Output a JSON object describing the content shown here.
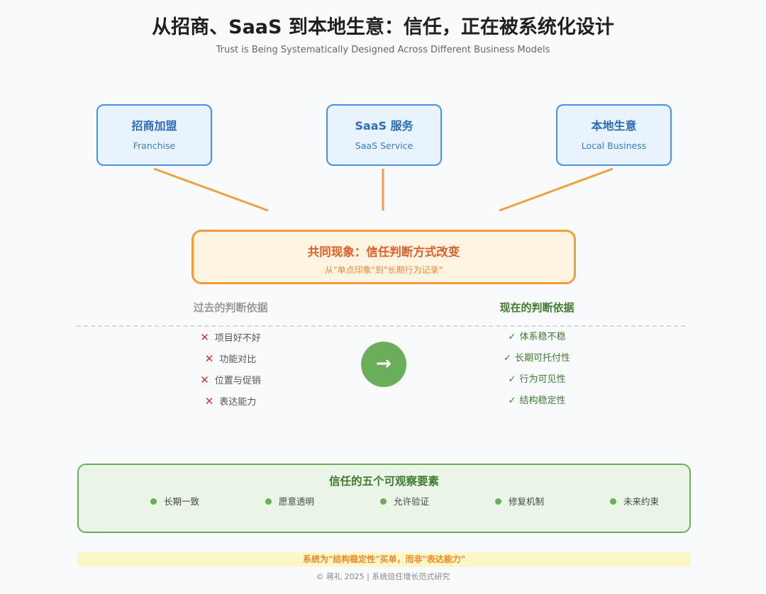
{
  "title": "从招商、SaaS 到本地生意：信任，正在被系统化设计",
  "subtitle": "Trust is Being Systematically Designed Across Different Business Models",
  "sources": [
    {
      "title": "招商加盟",
      "subtitle": "Franchise"
    },
    {
      "title": "SaaS 服务",
      "subtitle": "SaaS Service"
    },
    {
      "title": "本地生意",
      "subtitle": "Local Business"
    }
  ],
  "common": {
    "title": "共同现象：信任判断方式改变",
    "subtitle": "从\"单点印象\"到\"长期行为记录\""
  },
  "past": {
    "heading": "过去的判断依据",
    "mark": "✕",
    "items": [
      "项目好不好",
      "功能对比",
      "位置与促销",
      "表达能力"
    ]
  },
  "present": {
    "heading": "现在的判断依据",
    "mark": "✓",
    "items": [
      "体系稳不稳",
      "长期可托付性",
      "行为可见性",
      "结构稳定性"
    ]
  },
  "arrow": "→",
  "elements": {
    "title": "信任的五个可观察要素",
    "items": [
      "长期一致",
      "愿意透明",
      "允许验证",
      "修复机制",
      "未来约束"
    ]
  },
  "note": "系统为\"结构稳定性\"买单，而非\"表达能力\"",
  "footer": "© 蒋礼 2025 | 系统信任增长范式研究",
  "colors": {
    "blue": "#4a90e2",
    "orange": "#f39c3a",
    "green": "#6aad5a",
    "red": "#d93030"
  }
}
